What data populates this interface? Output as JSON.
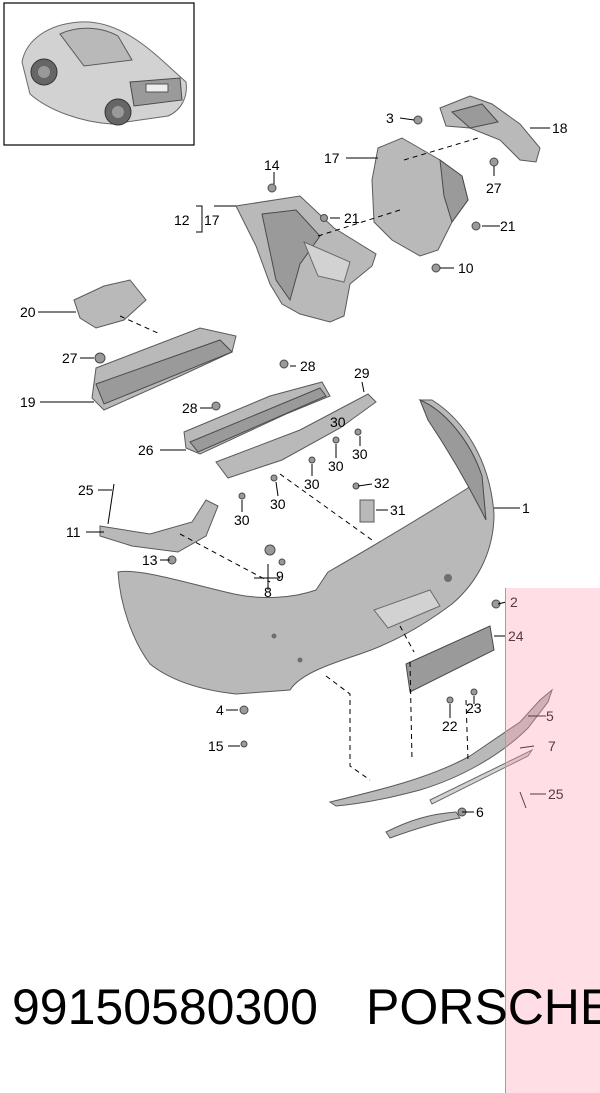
{
  "callouts": [
    "1",
    "2",
    "3",
    "4",
    "5",
    "6",
    "7",
    "8",
    "9",
    "10",
    "11",
    "12",
    "13",
    "14",
    "15",
    "17",
    "17",
    "18",
    "19",
    "20",
    "21",
    "21",
    "22",
    "23",
    "24",
    "25",
    "25",
    "26",
    "27",
    "27",
    "28",
    "28",
    "29",
    "30",
    "30",
    "30",
    "30",
    "30",
    "30",
    "31",
    "32"
  ],
  "footer": {
    "part_number": "99150580300",
    "brand": "PORSCHE"
  },
  "colors": {
    "part_fill": "#b9b9b9",
    "highlight": "#ffb0c0"
  }
}
